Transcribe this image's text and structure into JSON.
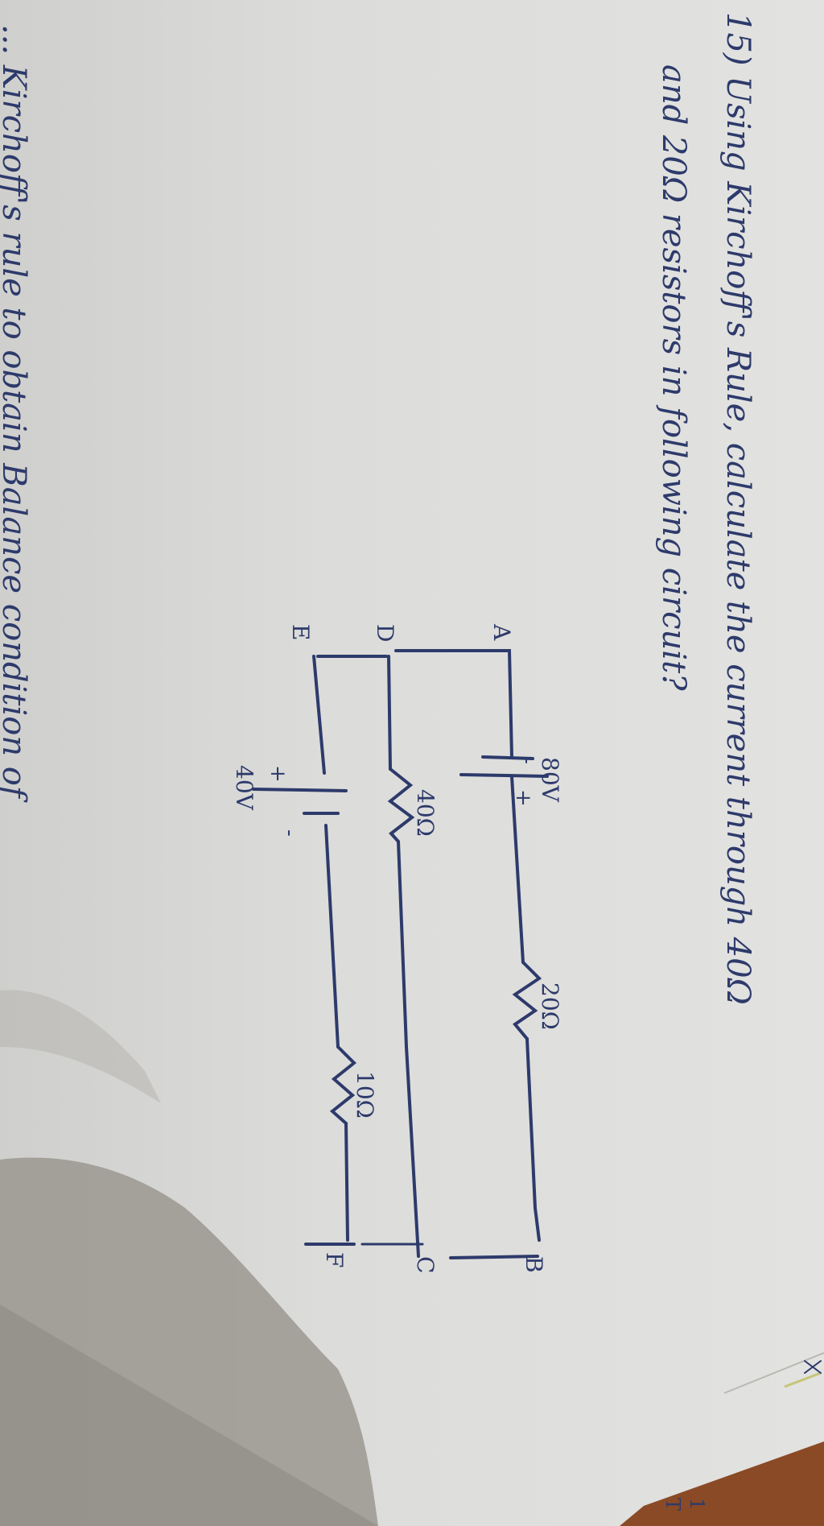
{
  "question": {
    "number": "15)",
    "line1": "Using Kirchoff's Rule, calculate the current through 40Ω",
    "line2": "and 20Ω resistors in following circuit?",
    "line3_partial": "... Kirchoff's rule to obtain Balance condition of"
  },
  "circuit": {
    "nodes": [
      "A",
      "B",
      "C",
      "D",
      "E",
      "F"
    ],
    "batteries": [
      {
        "label": "80V",
        "branch": "A-B",
        "polarity": "- on A side, + on B side"
      },
      {
        "label": "40V",
        "branch": "E-F",
        "polarity": "+ on E side, - on F side"
      }
    ],
    "resistors": [
      {
        "label": "20Ω",
        "branch": "A-B"
      },
      {
        "label": "40Ω",
        "branch": "D-C"
      },
      {
        "label": "10Ω",
        "branch": "E-F"
      }
    ],
    "signs": {
      "plus": "+",
      "minus": "-"
    }
  },
  "margin_marks": {
    "fraction_top": "1",
    "fraction_bottom": "T",
    "x_mark": "x"
  },
  "colors": {
    "ink": "#2d3a6b",
    "paper": "#dedede",
    "wood": "#8a4a25",
    "shadow": "#9a9890"
  }
}
